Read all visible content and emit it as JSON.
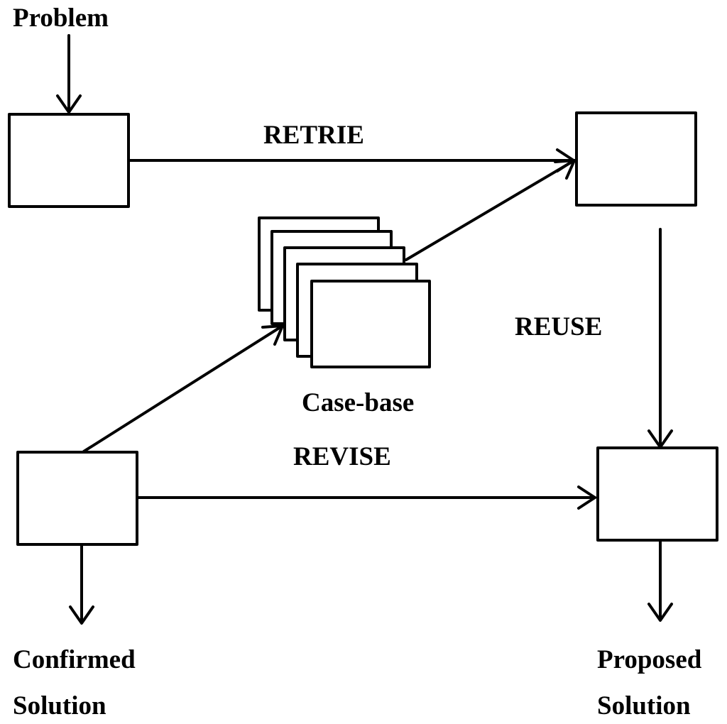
{
  "labels": {
    "problem": "Problem",
    "retrie": "RETRIE",
    "reuse": "REUSE",
    "revise": "REVISE",
    "case_base": "Case-base",
    "confirmed_line1": "Confirmed",
    "confirmed_line2": "Solution",
    "proposed_line1": "Proposed",
    "proposed_line2": "Solution"
  },
  "colors": {
    "stroke": "#000000",
    "background": "#ffffff"
  }
}
